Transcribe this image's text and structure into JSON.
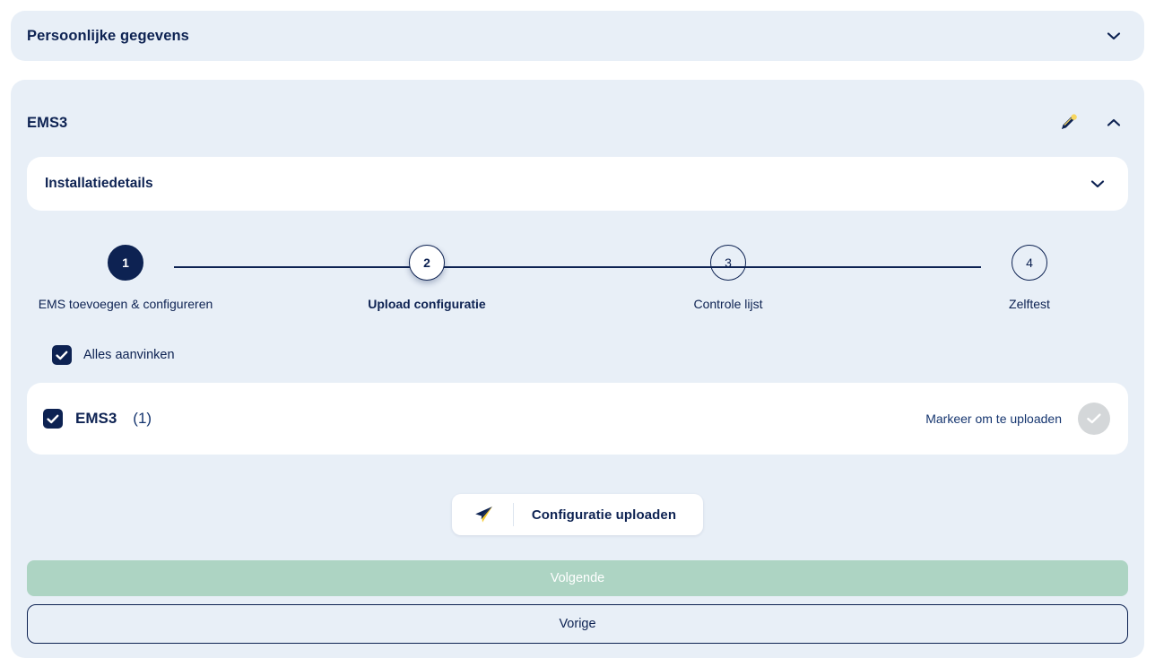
{
  "panels": {
    "personal": {
      "title": "Persoonlijke gegevens",
      "toggle_icon": "chevron-down-icon"
    },
    "ems3": {
      "title": "EMS3",
      "edit_icon": "pencil-icon",
      "toggle_icon": "chevron-up-icon",
      "subcard": {
        "title": "Installatiedetails",
        "toggle_icon": "chevron-down-icon"
      }
    }
  },
  "stepper": {
    "steps": [
      {
        "number": "1",
        "label": "EMS toevoegen & configureren",
        "state": "done"
      },
      {
        "number": "2",
        "label": "Upload configuratie",
        "state": "active"
      },
      {
        "number": "3",
        "label": "Controle lijst",
        "state": "todo"
      },
      {
        "number": "4",
        "label": "Zelftest",
        "state": "todo"
      }
    ]
  },
  "check_all": {
    "label": "Alles aanvinken",
    "checked": true,
    "icon": "checkbox-checked-icon"
  },
  "device": {
    "name": "EMS3",
    "count": "(1)",
    "checked": true,
    "checkbox_icon": "checkbox-checked-icon",
    "hint": "Markeer om te uploaden",
    "status_icon": "check-circle-icon"
  },
  "upload_button": {
    "label": "Configuratie uploaden",
    "icon": "paper-plane-icon"
  },
  "footer": {
    "next_label": "Volgende",
    "prev_label": "Vorige"
  },
  "colors": {
    "navy": "#0d2252",
    "panel_bg": "#e8eff7",
    "card_bg": "#ffffff",
    "accent_yellow": "#f7d660",
    "next_green": "#add4c3",
    "badge_grey": "#d4d7d9"
  }
}
